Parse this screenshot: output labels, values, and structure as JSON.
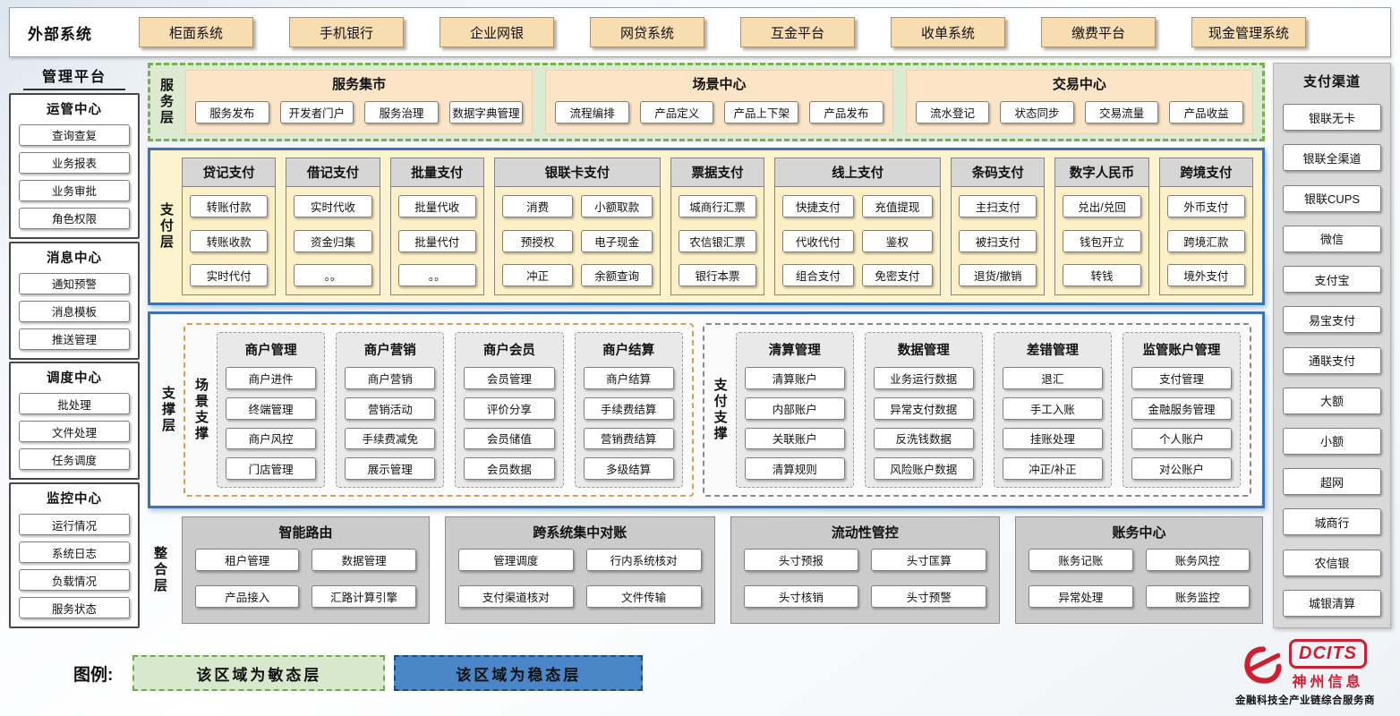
{
  "external": {
    "label": "外部系统",
    "systems": [
      "柜面系统",
      "手机银行",
      "企业网银",
      "网贷系统",
      "互金平台",
      "收单系统",
      "缴费平台",
      "现金管理系统"
    ]
  },
  "management": {
    "title": "管理平台",
    "sections": [
      {
        "title": "运管中心",
        "items": [
          "查询查复",
          "业务报表",
          "业务审批",
          "角色权限"
        ]
      },
      {
        "title": "消息中心",
        "items": [
          "通知预警",
          "消息模板",
          "推送管理"
        ]
      },
      {
        "title": "调度中心",
        "items": [
          "批处理",
          "文件处理",
          "任务调度"
        ]
      },
      {
        "title": "监控中心",
        "items": [
          "运行情况",
          "系统日志",
          "负载情况",
          "服务状态"
        ]
      }
    ]
  },
  "service": {
    "label": "服务层",
    "groups": [
      {
        "title": "服务集市",
        "items": [
          "服务发布",
          "开发者门户",
          "服务治理",
          "数据字典管理"
        ]
      },
      {
        "title": "场景中心",
        "items": [
          "流程编排",
          "产品定义",
          "产品上下架",
          "产品发布"
        ]
      },
      {
        "title": "交易中心",
        "items": [
          "流水登记",
          "状态同步",
          "交易流量",
          "产品收益"
        ]
      }
    ]
  },
  "payment": {
    "label": "支付层",
    "columns": [
      {
        "title": "贷记支付",
        "items": [
          "转账付款",
          "转账收款",
          "实时代付"
        ]
      },
      {
        "title": "借记支付",
        "items": [
          "实时代收",
          "资金归集",
          "。。"
        ]
      },
      {
        "title": "批量支付",
        "items": [
          "批量代收",
          "批量代付",
          "。。"
        ]
      },
      {
        "title": "银联卡支付",
        "items": [
          "消费",
          "小额取款",
          "预授权",
          "电子现金",
          "冲正",
          "余额查询"
        ]
      },
      {
        "title": "票据支付",
        "items": [
          "城商行汇票",
          "农信银汇票",
          "银行本票"
        ]
      },
      {
        "title": "线上支付",
        "items": [
          "快捷支付",
          "充值提现",
          "代收代付",
          "鉴权",
          "组合支付",
          "免密支付"
        ]
      },
      {
        "title": "条码支付",
        "items": [
          "主扫支付",
          "被扫支付",
          "退货/撤销"
        ]
      },
      {
        "title": "数字人民币",
        "items": [
          "兑出/兑回",
          "钱包开立",
          "转钱"
        ]
      },
      {
        "title": "跨境支付",
        "items": [
          "外币支付",
          "跨境汇款",
          "境外支付"
        ]
      }
    ]
  },
  "support": {
    "label": "支撑层",
    "scene": {
      "label": "场景支撑",
      "columns": [
        {
          "title": "商户管理",
          "items": [
            "商户进件",
            "终端管理",
            "商户风控",
            "门店管理"
          ]
        },
        {
          "title": "商户营销",
          "items": [
            "商户营销",
            "营销活动",
            "手续费减免",
            "展示管理"
          ]
        },
        {
          "title": "商户会员",
          "items": [
            "会员管理",
            "评价分享",
            "会员储值",
            "会员数据"
          ]
        },
        {
          "title": "商户结算",
          "items": [
            "商户结算",
            "手续费结算",
            "营销费结算",
            "多级结算"
          ]
        }
      ]
    },
    "pay": {
      "label": "支付支撑",
      "columns": [
        {
          "title": "清算管理",
          "items": [
            "清算账户",
            "内部账户",
            "关联账户",
            "清算规则"
          ]
        },
        {
          "title": "数据管理",
          "items": [
            "业务运行数据",
            "异常支付数据",
            "反洗钱数据",
            "风险账户数据"
          ]
        },
        {
          "title": "差错管理",
          "items": [
            "退汇",
            "手工入账",
            "挂账处理",
            "冲正/补正"
          ]
        },
        {
          "title": "监管账户管理",
          "items": [
            "支付管理",
            "金融服务管理",
            "个人账户",
            "对公账户"
          ]
        }
      ]
    }
  },
  "integration": {
    "label": "整合层",
    "groups": [
      {
        "title": "智能路由",
        "items": [
          "租户管理",
          "数据管理",
          "产品接入",
          "汇路计算引擎"
        ]
      },
      {
        "title": "跨系统集中对账",
        "items": [
          "管理调度",
          "行内系统核对",
          "支付渠道核对",
          "文件传输"
        ]
      },
      {
        "title": "流动性管控",
        "items": [
          "头寸预报",
          "头寸匡算",
          "头寸核销",
          "头寸预警"
        ]
      },
      {
        "title": "账务中心",
        "items": [
          "账务记账",
          "账务风控",
          "异常处理",
          "账务监控"
        ]
      }
    ]
  },
  "channels": {
    "title": "支付渠道",
    "items": [
      "银联无卡",
      "银联全渠道",
      "银联CUPS",
      "微信",
      "支付宝",
      "易宝支付",
      "通联支付",
      "大额",
      "小额",
      "超网",
      "城商行",
      "农信银",
      "城银清算"
    ]
  },
  "legend": {
    "label": "图例:",
    "agile": "该区域为敏态层",
    "stable": "该区域为稳态层"
  },
  "logo": {
    "brand": "DCITS",
    "company": "神州信息",
    "tagline": "金融科技全产业链综合服务商"
  },
  "colors": {
    "agile_green_border": "#6fad47",
    "agile_green_bg": "#dcead2",
    "stable_blue_border": "#3b74b5",
    "stable_blue_bg": "#4a86c8",
    "payment_yellow_bg": "#fdf3cf",
    "tan_button_bg": "#f8dcb2",
    "panel_gray_bg": "#d9d9d9",
    "brand_red": "#cc1f2f"
  }
}
